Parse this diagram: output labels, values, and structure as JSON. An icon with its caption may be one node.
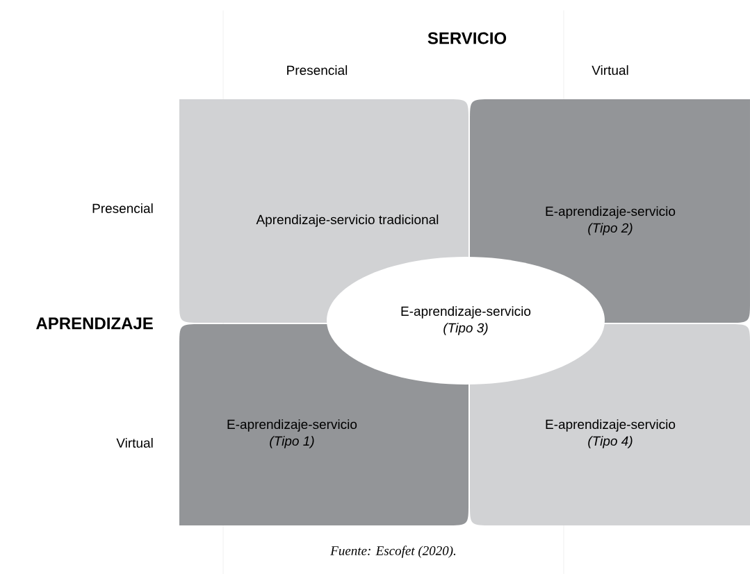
{
  "diagram": {
    "caption": "Fuente: Escofet (2020).",
    "nodes": [
      {
        "text": [
          "Aprendizaje-servicio tradicional"
        ]
      },
      {
        "text": [
          "E-aprendizaje-servicio",
          "(Tipo 2)"
        ]
      },
      {
        "text": [
          "E-aprendizaje-servicio",
          "(Tipo 3)"
        ]
      },
      {
        "text": [
          "E-aprendizaje-servicio",
          "(Tipo 1)"
        ]
      },
      {
        "text": [
          "E-aprendizaje-servicio",
          "(Tipo 4)"
        ]
      }
    ],
    "labels": [
      "SERVICIO",
      "Presencial",
      "Virtual",
      "Presencial",
      "APRENDIZAJE",
      "Virtual"
    ]
  }
}
